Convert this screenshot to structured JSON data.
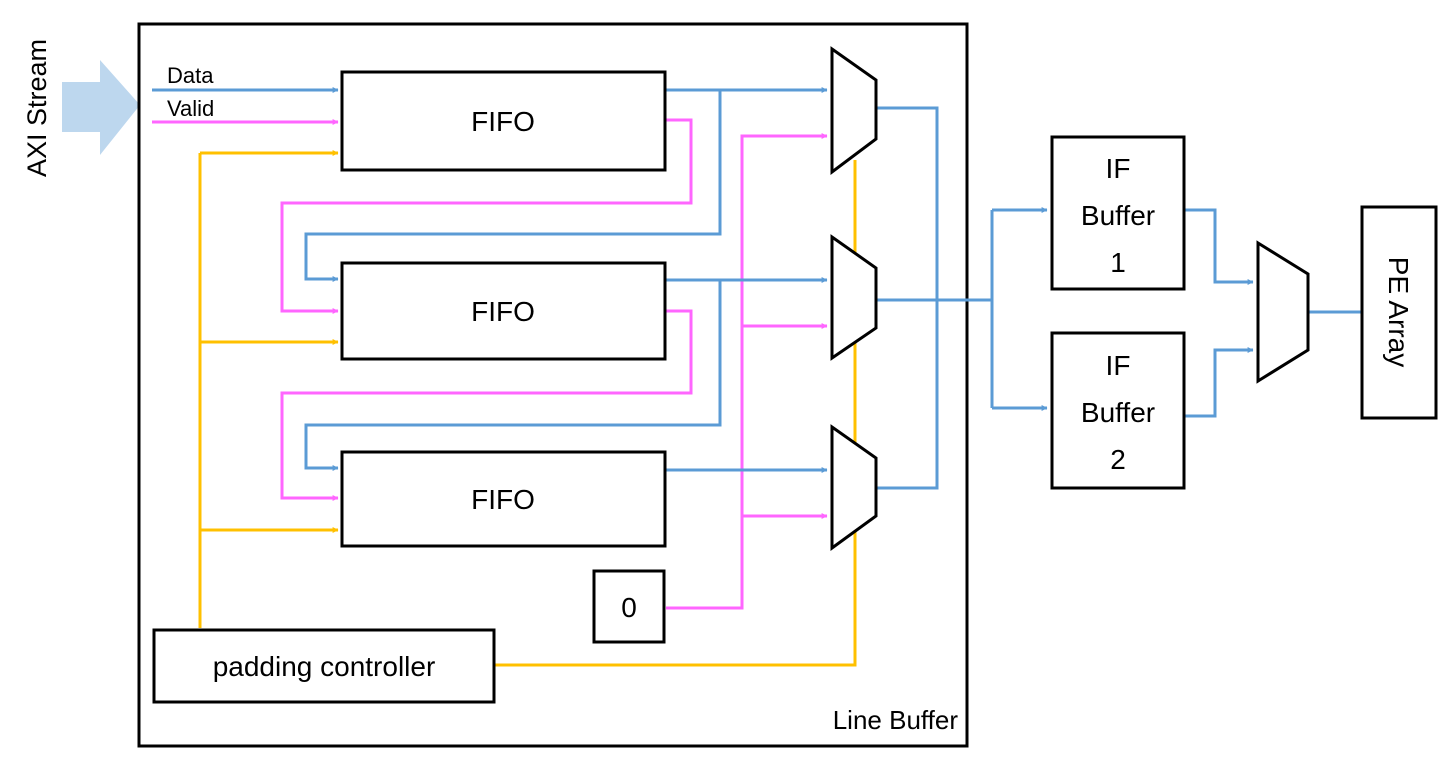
{
  "labels": {
    "axi_stream": "AXI Stream",
    "data": "Data",
    "valid": "Valid",
    "fifo": "FIFO",
    "zero": "0",
    "padding_controller": "padding controller",
    "line_buffer": "Line Buffer",
    "if_buffer_word": "IF",
    "if_buffer_name": "Buffer",
    "if_buffer_1": "1",
    "if_buffer_2": "2",
    "pe_array": "PE Array"
  },
  "colors": {
    "data_wire": "#5b9bd5",
    "valid_wire": "#ff66ff",
    "control_wire": "#ffc000",
    "input_arrow": "#bdd7ee"
  }
}
